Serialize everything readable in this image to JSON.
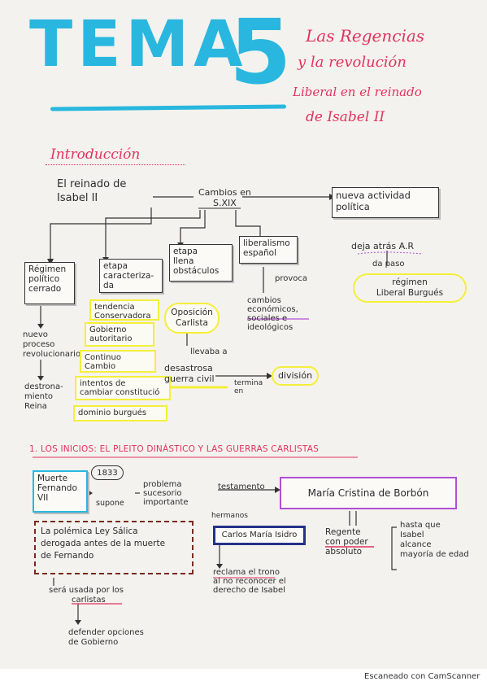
{
  "header": {
    "title": "TEMA",
    "number": "5",
    "subtitle_lines": [
      "Las Regencias",
      "y la revolución",
      "Liberal en el reinado",
      "de Isabel II"
    ]
  },
  "intro": {
    "heading": "Introducción",
    "reinado": [
      "El reinado de",
      "Isabel II"
    ],
    "cambios": [
      "Cambios en",
      "S.XIX"
    ],
    "nueva": [
      "nueva actividad",
      "política"
    ],
    "regimen": [
      "Régimen",
      "político",
      "cerrado"
    ],
    "etapa_car": [
      "etapa",
      "caracteriza-",
      "da"
    ],
    "etapa_llena": [
      "etapa",
      "llena",
      "obstáculos"
    ],
    "liberalismo": [
      "liberalismo",
      "español"
    ],
    "deja_atras": "deja atrás A.R",
    "da_paso": "da paso",
    "regimen_liberal": [
      "régimen",
      "Liberal Burgués"
    ],
    "nuevo_proceso": [
      "nuevo",
      "proceso",
      "revolucionario"
    ],
    "destrona": [
      "destrona-",
      "miento",
      "Reina"
    ],
    "tendencias": [
      "tendencia",
      "Conservadora",
      "Gobierno",
      "autoritario",
      "Continuo",
      "Cambio",
      "intentos de",
      "cambiar constitució",
      "dominio burgués"
    ],
    "oposicion": [
      "Oposición",
      "Carlista"
    ],
    "llevaba": "llevaba a",
    "desastrosa": [
      "desastrosa",
      "guerra civil"
    ],
    "termina_en": [
      "termina",
      "en"
    ],
    "division": "división",
    "provoca": "provoca",
    "cambios_eco": [
      "cambios",
      "económicos,",
      "sociales e",
      "ideológicos"
    ]
  },
  "section1": {
    "heading": "1. LOS INICIOS: EL PLEITO DINÁSTICO Y LAS GUERRAS CARLISTAS",
    "year": "1833",
    "muerte": [
      "Muerte",
      "Fernando",
      "VII"
    ],
    "supone": "supone",
    "problema": [
      "problema",
      "sucesorio",
      "importante"
    ],
    "testamento": "testamento",
    "maria": "María Cristina de Borbón",
    "hermanos": "hermanos",
    "polemica": [
      "La polémica Ley Sálica",
      "derogada antes de la muerte",
      "de Fernando"
    ],
    "carlos": "Carlos María Isidro",
    "regente": [
      "Regente",
      "con poder",
      "absoluto"
    ],
    "hasta": [
      "hasta que",
      "Isabel",
      "alcance",
      "mayoría de edad"
    ],
    "reclama": [
      "reclama el trono",
      "al no reconocer el",
      "derecho de Isabel"
    ],
    "sera_usada": [
      "será usada por los",
      "carlistas"
    ],
    "defender": [
      "defender opciones",
      "de Gobierno"
    ]
  },
  "footer": {
    "scanner": "Escaneado con CamScanner"
  },
  "colors": {
    "title_blue": "#29b7df",
    "pink": "#e0335e",
    "yellow": "#f4ef3a",
    "purple": "#b14fd6",
    "navy": "#25318a",
    "brown": "#7a2a1e"
  }
}
